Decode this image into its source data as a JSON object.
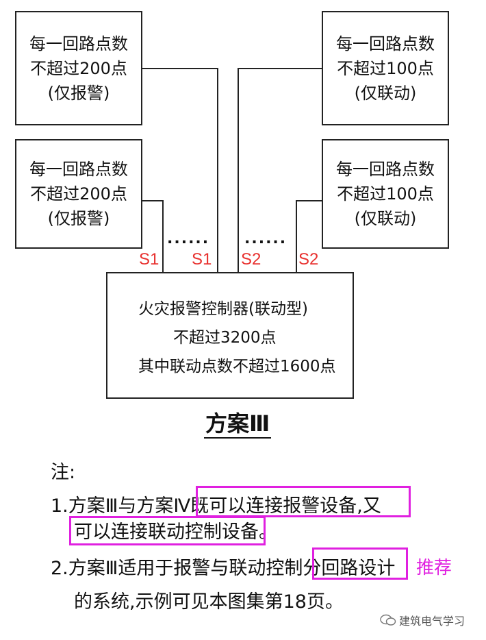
{
  "boxes": {
    "left_top": [
      "每一回路点数",
      "不超过200点",
      "(仅报警)"
    ],
    "left_bottom": [
      "每一回路点数",
      "不超过200点",
      "(仅报警)"
    ],
    "right_top": [
      "每一回路点数",
      "不超过100点",
      "(仅联动)"
    ],
    "right_bottom": [
      "每一回路点数",
      "不超过100点",
      "(仅联动)"
    ]
  },
  "loop_labels": [
    "S1",
    "S1",
    "S2",
    "S2"
  ],
  "ellipsis": "......",
  "controller": {
    "line1": "火灾报警控制器(联动型)",
    "line2": "不超过3200点",
    "line3": "其中联动点数不超过1600点"
  },
  "scheme_title": "方案Ⅲ",
  "notes": {
    "heading": "注:",
    "n1a": "1.方案Ⅲ与方案Ⅳ既可以连接报警设备,又",
    "n1b": "可以连接联动控制设备。",
    "n2a": "2.方案Ⅲ适用于报警与联动控制分回路设计",
    "n2b": "的系统,示例可见本图集第18页。"
  },
  "recommend": "推荐",
  "watermark": "建筑电气学习",
  "colors": {
    "loop_label": "#e8312f",
    "highlight": "#e020e0"
  }
}
